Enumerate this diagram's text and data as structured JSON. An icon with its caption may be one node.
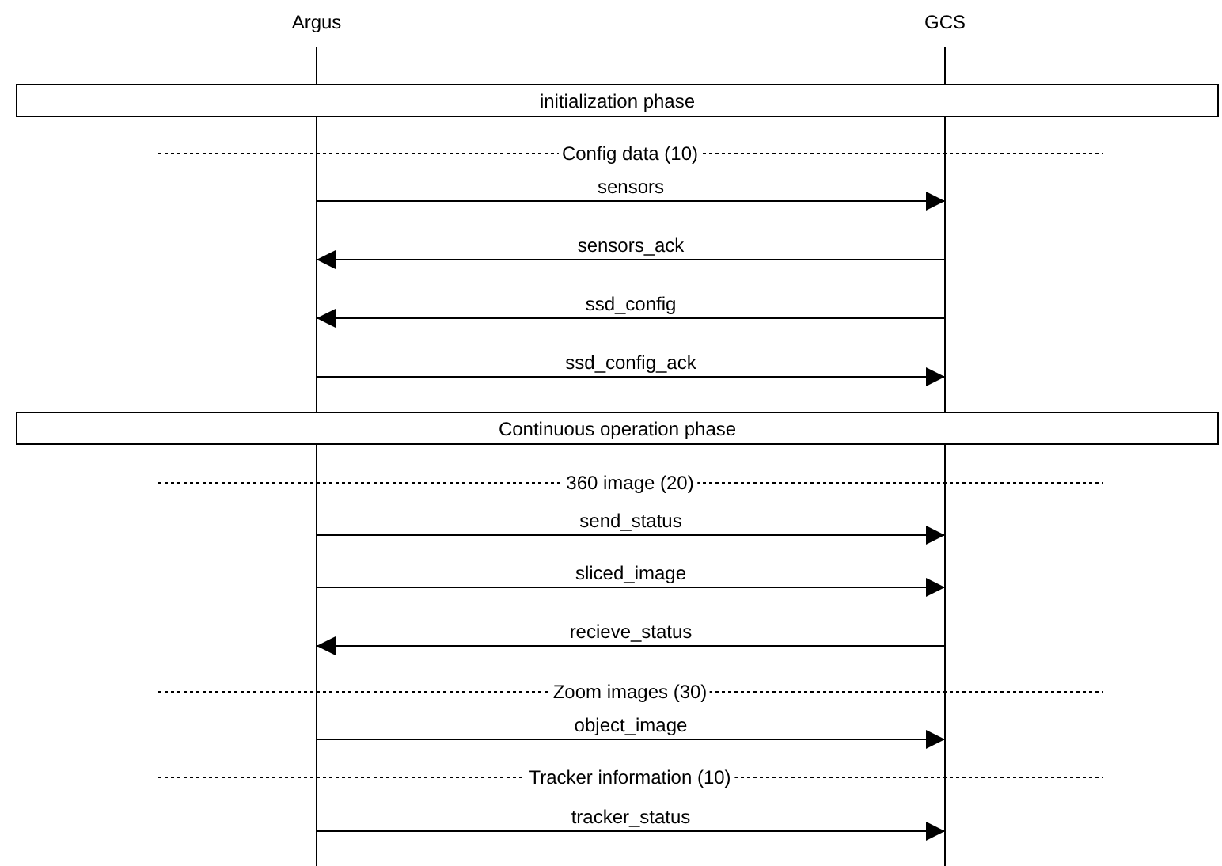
{
  "diagram": {
    "nodes": [
      {
        "text": [
          "Argus"
        ]
      },
      {
        "text": [
          "GCS"
        ]
      },
      {
        "text": [
          "initialization phase"
        ]
      },
      {
        "text": [
          "Continuous operation phase"
        ]
      }
    ],
    "edges": [
      {
        "from": 0,
        "to": 1,
        "arrow": "to",
        "label": "sensors"
      },
      {
        "from": 1,
        "to": 0,
        "arrow": "to",
        "label": "sensors_ack"
      },
      {
        "from": 1,
        "to": 0,
        "arrow": "to",
        "label": "ssd_config"
      },
      {
        "from": 0,
        "to": 1,
        "arrow": "to",
        "label": "ssd_config_ack"
      },
      {
        "from": 0,
        "to": 1,
        "arrow": "to",
        "label": "send_status"
      },
      {
        "from": 0,
        "to": 1,
        "arrow": "to",
        "label": "sliced_image"
      },
      {
        "from": 1,
        "to": 0,
        "arrow": "to",
        "label": "recieve_status"
      },
      {
        "from": 0,
        "to": 1,
        "arrow": "to",
        "label": "object_image"
      },
      {
        "from": 0,
        "to": 1,
        "arrow": "to",
        "label": "tracker_status"
      }
    ],
    "labels": [
      "Config data (10)",
      "360 image (20)",
      "Zoom images (30)",
      "Tracker information (10)"
    ]
  }
}
